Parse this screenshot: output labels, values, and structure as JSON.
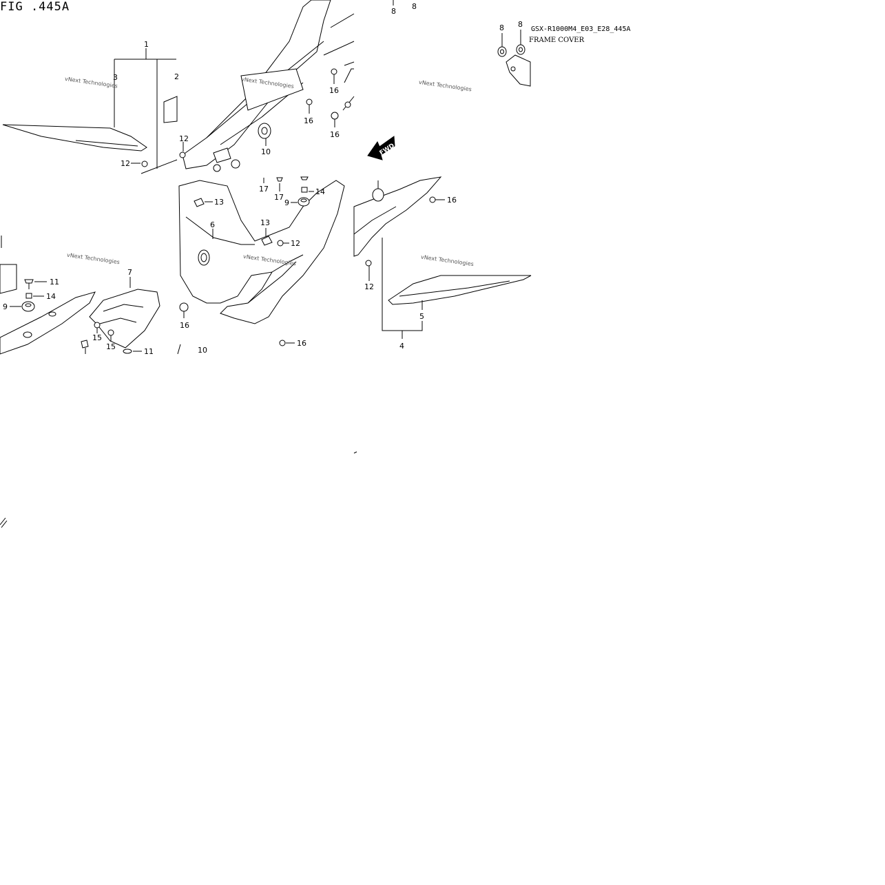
{
  "figure": {
    "title": "FIG .445A",
    "model_code": "GSX-R1000M4_E03_E28_445A",
    "subtitle": "FRAME COVER"
  },
  "watermark": "vNext Technologies",
  "direction_arrow": "FWD",
  "callouts": [
    {
      "id": "c1",
      "label": "1"
    },
    {
      "id": "c2",
      "label": "2"
    },
    {
      "id": "c3",
      "label": "3"
    },
    {
      "id": "c4",
      "label": "4"
    },
    {
      "id": "c5",
      "label": "5"
    },
    {
      "id": "c6",
      "label": "6"
    },
    {
      "id": "c7",
      "label": "7"
    },
    {
      "id": "c8a",
      "label": "8"
    },
    {
      "id": "c8b",
      "label": "8"
    },
    {
      "id": "c8c",
      "label": "8"
    },
    {
      "id": "c8d",
      "label": "8"
    },
    {
      "id": "c9a",
      "label": "9"
    },
    {
      "id": "c9b",
      "label": "9"
    },
    {
      "id": "c10a",
      "label": "10"
    },
    {
      "id": "c10b",
      "label": "10"
    },
    {
      "id": "c11a",
      "label": "11"
    },
    {
      "id": "c11b",
      "label": "11"
    },
    {
      "id": "c12a",
      "label": "12"
    },
    {
      "id": "c12b",
      "label": "12"
    },
    {
      "id": "c12c",
      "label": "12"
    },
    {
      "id": "c12d",
      "label": "12"
    },
    {
      "id": "c13a",
      "label": "13"
    },
    {
      "id": "c13b",
      "label": "13"
    },
    {
      "id": "c14a",
      "label": "14"
    },
    {
      "id": "c14b",
      "label": "14"
    },
    {
      "id": "c15a",
      "label": "15"
    },
    {
      "id": "c15b",
      "label": "15"
    },
    {
      "id": "c16a",
      "label": "16"
    },
    {
      "id": "c16b",
      "label": "16"
    },
    {
      "id": "c16c",
      "label": "16"
    },
    {
      "id": "c16d",
      "label": "16"
    },
    {
      "id": "c16e",
      "label": "16"
    },
    {
      "id": "c16f",
      "label": "16"
    },
    {
      "id": "c17a",
      "label": "17"
    },
    {
      "id": "c17b",
      "label": "17"
    }
  ]
}
